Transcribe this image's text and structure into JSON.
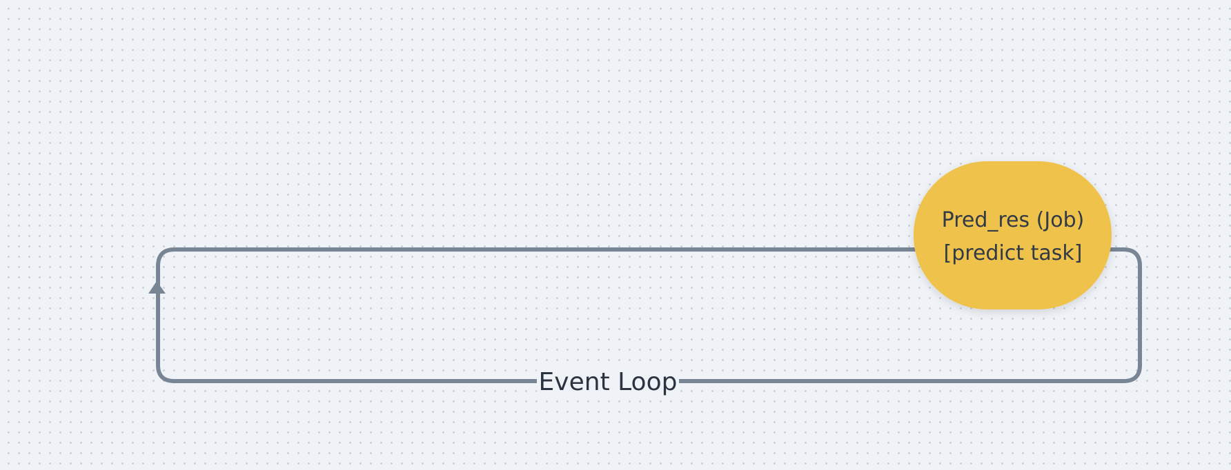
{
  "diagram": {
    "node": {
      "line1": "Pred_res (Job)",
      "line2": "[predict task]",
      "fill": "#efc34b",
      "text_color": "#323a46"
    },
    "edge": {
      "label": "Event Loop",
      "color": "#788594",
      "direction": "loop back to left with upward arrow"
    },
    "background": {
      "color": "#eff2f6",
      "pattern": "dot-grid"
    }
  }
}
